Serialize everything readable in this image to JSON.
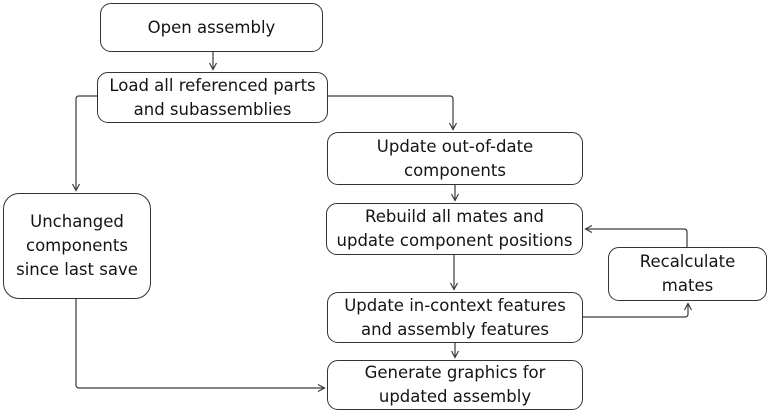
{
  "diagram": {
    "type": "flowchart",
    "nodes": {
      "open_assembly": {
        "label": "Open assembly"
      },
      "load_parts": {
        "label": "Load all referenced parts\nand subassemblies"
      },
      "update_components": {
        "label": "Update out-of-date\ncomponents"
      },
      "rebuild_mates": {
        "label": "Rebuild all mates and\nupdate component positions"
      },
      "recalculate_mates": {
        "label": "Recalculate\nmates"
      },
      "update_features": {
        "label": "Update in-context features\nand assembly features"
      },
      "generate_graphics": {
        "label": "Generate graphics for\nupdated assembly"
      },
      "unchanged_components": {
        "label": "Unchanged\ncomponents\nsince last save"
      }
    },
    "edges": [
      {
        "from": "open_assembly",
        "to": "load_parts"
      },
      {
        "from": "load_parts",
        "to": "update_components"
      },
      {
        "from": "load_parts",
        "to": "unchanged_components"
      },
      {
        "from": "update_components",
        "to": "rebuild_mates"
      },
      {
        "from": "rebuild_mates",
        "to": "update_features"
      },
      {
        "from": "update_features",
        "to": "generate_graphics"
      },
      {
        "from": "update_features",
        "to": "recalculate_mates"
      },
      {
        "from": "recalculate_mates",
        "to": "rebuild_mates"
      },
      {
        "from": "unchanged_components",
        "to": "generate_graphics"
      }
    ],
    "colors": {
      "background": "#ffffff",
      "node_fill": "#ffffff",
      "node_border": "#333333",
      "text": "#141414",
      "connector": "#3a3a3a"
    }
  }
}
